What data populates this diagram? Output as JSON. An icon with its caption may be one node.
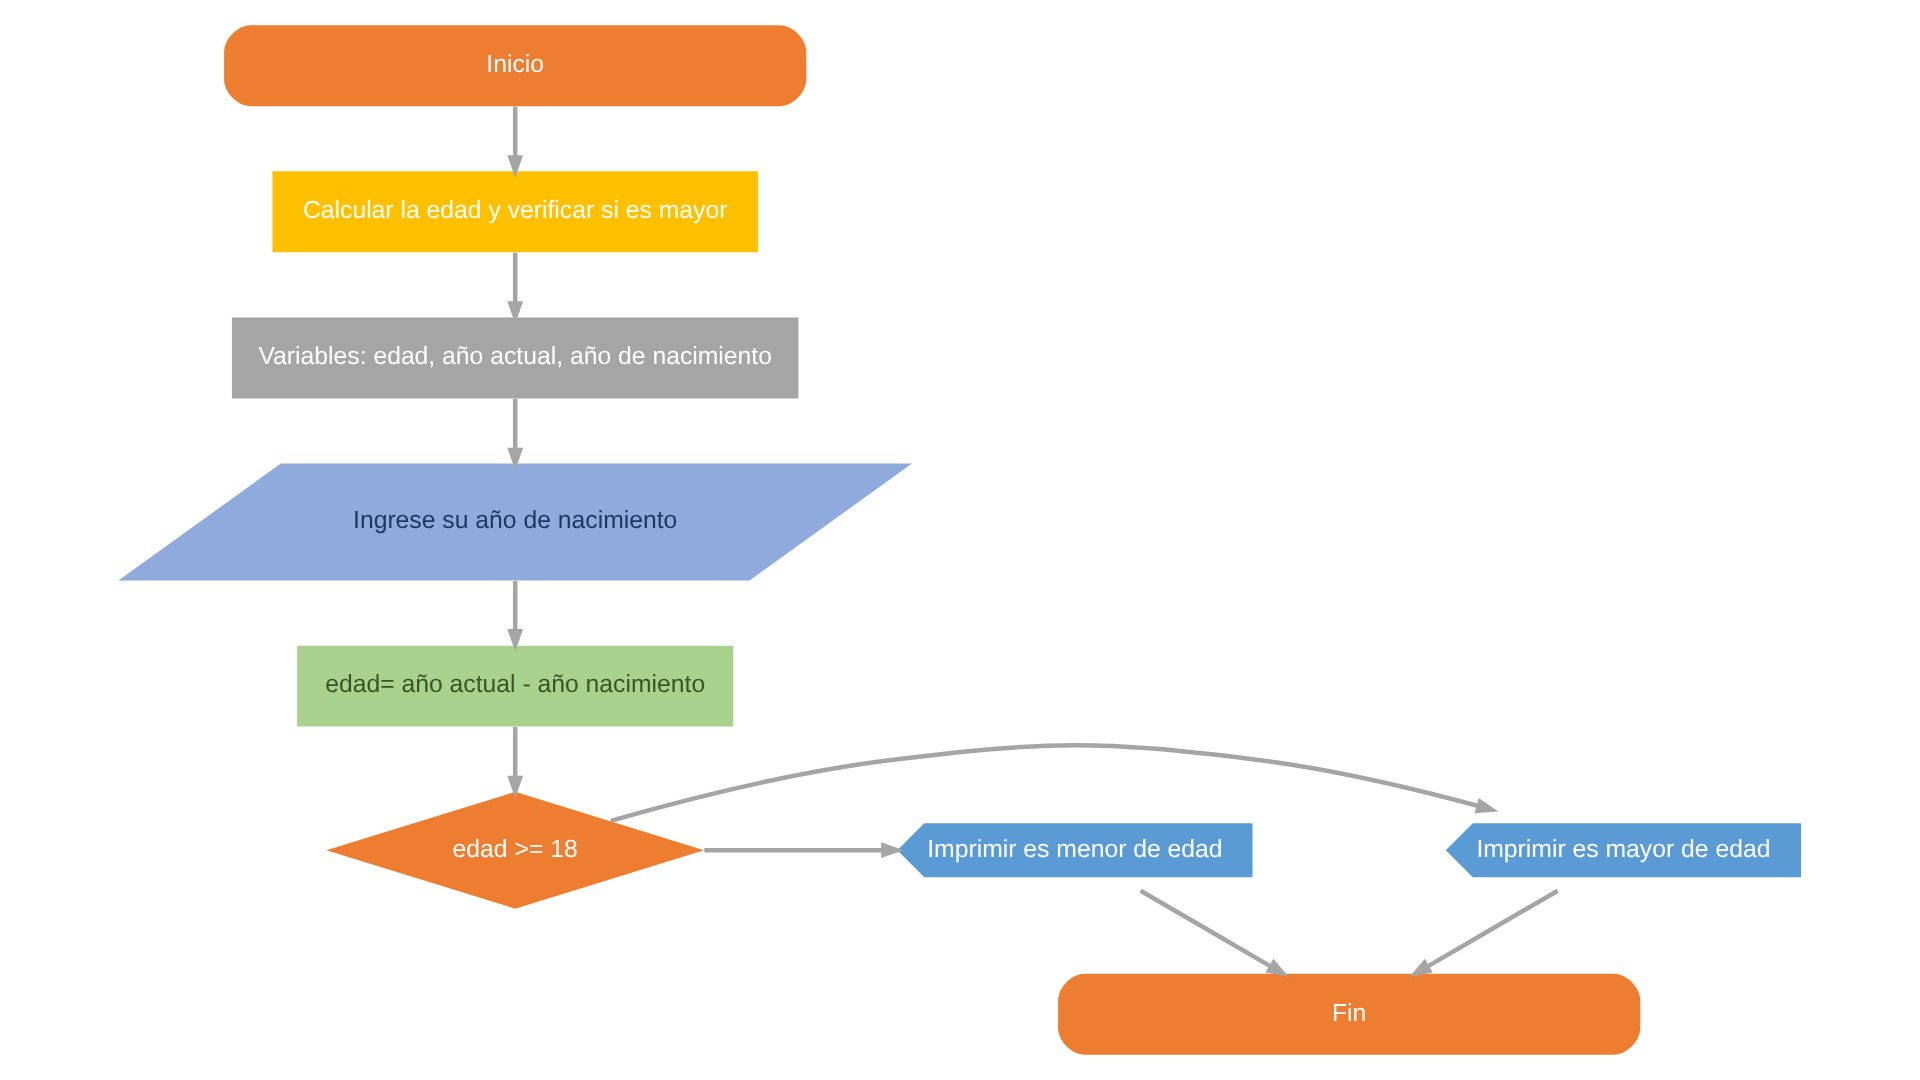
{
  "diagram": {
    "nodes": [
      {
        "text": [
          "Inicio"
        ]
      },
      {
        "text": [
          "Calcular la edad y verificar si es mayor"
        ]
      },
      {
        "text": [
          "Variables: edad, año actual, año de nacimiento"
        ]
      },
      {
        "text": [
          "Ingrese su año de nacimiento"
        ]
      },
      {
        "text": [
          "edad= año actual - año nacimiento"
        ]
      },
      {
        "text": [
          "edad >= 18"
        ]
      },
      {
        "text": [
          "Imprimir es mayor de edad"
        ]
      },
      {
        "text": [
          "Imprimir es menor de edad"
        ]
      },
      {
        "text": [
          "Fin"
        ]
      }
    ],
    "edges": [
      {
        "from": 0,
        "to": 1,
        "arrow": "to"
      },
      {
        "from": 1,
        "to": 2,
        "arrow": "to"
      },
      {
        "from": 2,
        "to": 3,
        "arrow": "to"
      },
      {
        "from": 3,
        "to": 4,
        "arrow": "to"
      },
      {
        "from": 4,
        "to": 5,
        "arrow": "to"
      },
      {
        "from": 5,
        "to": 6,
        "arrow": "to"
      },
      {
        "from": 5,
        "to": 7,
        "arrow": "to"
      },
      {
        "from": 6,
        "to": 8,
        "arrow": "to"
      },
      {
        "from": 7,
        "to": 8,
        "arrow": "to"
      }
    ]
  }
}
